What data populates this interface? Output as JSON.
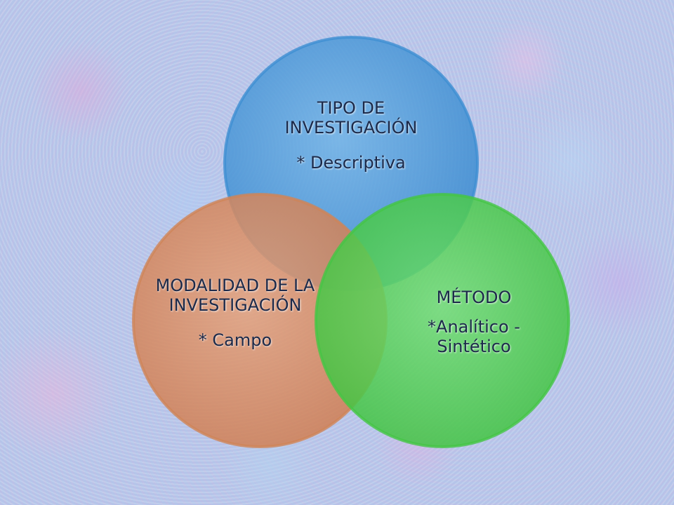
{
  "colors": {
    "tipo_circle": "#4a9ad4",
    "modalidad_circle": "#d98a5c",
    "metodo_circle": "#4cc84c",
    "text": "#1c2a4a",
    "background": "#b9c9ea"
  },
  "circles": {
    "tipo": {
      "title": "TIPO DE INVESTIGACIÓN",
      "detail": "* Descriptiva"
    },
    "modalidad": {
      "title": "MODALIDAD DE LA INVESTIGACIÓN",
      "detail": "* Campo"
    },
    "metodo": {
      "title": "MÉTODO",
      "detail": "*Analítico - Sintético"
    }
  }
}
